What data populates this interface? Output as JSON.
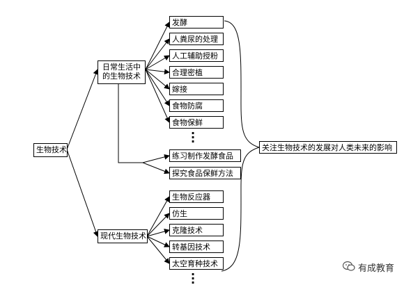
{
  "root": "生物技术",
  "branches": {
    "daily": "日常生活中的生物技术",
    "modern": "现代生物技术"
  },
  "daily_items": [
    "发酵",
    "人粪尿的处理",
    "人工辅助授粉",
    "合理密植",
    "嫁接",
    "食物防腐",
    "食物保鲜"
  ],
  "practice_items": [
    "练习制作发酵食品",
    "探究食品保鲜方法"
  ],
  "modern_items": [
    "生物反应器",
    "仿生",
    "克隆技术",
    "转基因技术",
    "太空育种技术"
  ],
  "conclusion": "关注生物技术的发展对人类未来的影响",
  "watermark": "有成教育",
  "colors": {
    "line": "#000000",
    "box_border": "#000000",
    "watermark": "#333333"
  }
}
